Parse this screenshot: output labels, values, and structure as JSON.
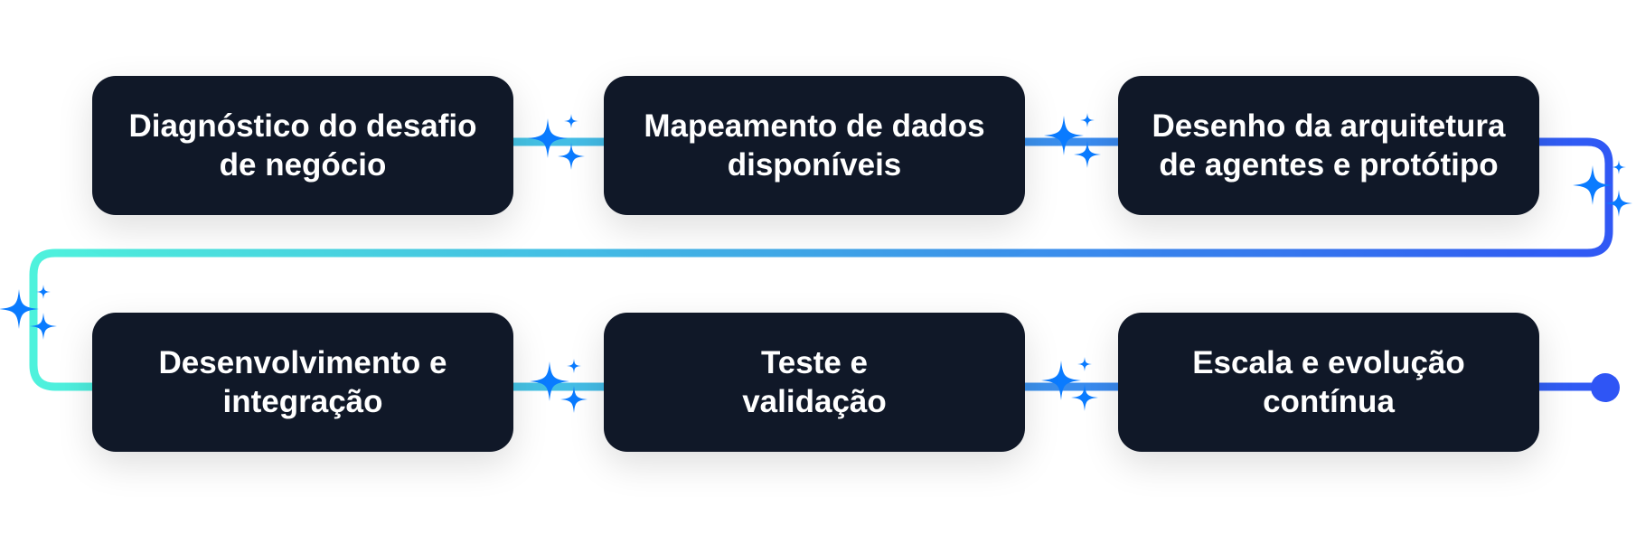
{
  "steps": [
    {
      "label": "Diagnóstico do desafio de negócio"
    },
    {
      "label": "Mapeamento de dados disponíveis"
    },
    {
      "label": "Desenho da arquitetura de agentes e protótipo"
    },
    {
      "label": "Desenvolvimento e integração"
    },
    {
      "label": "Teste e validação"
    },
    {
      "label": "Escala e evolução contínua"
    }
  ],
  "colors": {
    "box": "#101828",
    "text": "#ffffff",
    "sparkle": "#0a7bff",
    "line_start": "#4ff5dc",
    "line_end": "#2f55f5"
  },
  "icons": [
    "sparkle-icon",
    "end-dot"
  ]
}
